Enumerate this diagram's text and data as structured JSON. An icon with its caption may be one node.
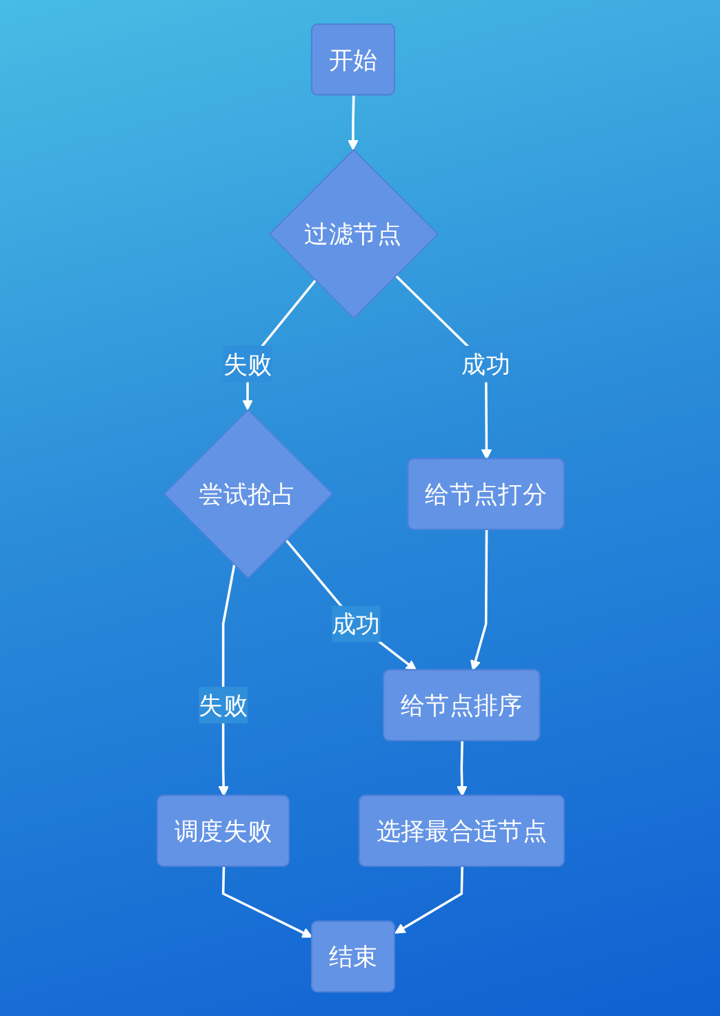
{
  "diagram": {
    "nodes": [
      {
        "text": [
          "开始"
        ]
      },
      {
        "text": [
          "过滤节点"
        ]
      },
      {
        "text": [
          "尝试抢占"
        ]
      },
      {
        "text": [
          "给节点打分"
        ]
      },
      {
        "text": [
          "给节点排序"
        ]
      },
      {
        "text": [
          "调度失败"
        ]
      },
      {
        "text": [
          "选择最合适节点"
        ]
      },
      {
        "text": [
          "结束"
        ]
      }
    ],
    "edges": [
      {
        "from": 0,
        "to": 1,
        "arrow": "to"
      },
      {
        "from": 1,
        "to": 2,
        "arrow": "to",
        "label": "失败"
      },
      {
        "from": 1,
        "to": 3,
        "arrow": "to",
        "label": "成功"
      },
      {
        "from": 2,
        "to": 4,
        "arrow": "to",
        "label": "成功"
      },
      {
        "from": 2,
        "to": 5,
        "arrow": "to",
        "label": "失败"
      },
      {
        "from": 3,
        "to": 4,
        "arrow": "to"
      },
      {
        "from": 4,
        "to": 6,
        "arrow": "to"
      },
      {
        "from": 5,
        "to": 7,
        "arrow": "to"
      },
      {
        "from": 6,
        "to": 7,
        "arrow": "to"
      }
    ]
  }
}
